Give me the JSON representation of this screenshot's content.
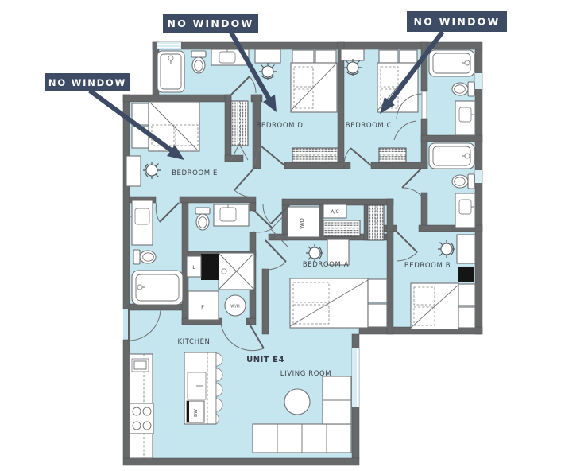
{
  "callouts": [
    {
      "label": "NO WINDOW",
      "target": "bedroom-d"
    },
    {
      "label": "NO WINDOW",
      "target": "bedroom-c"
    },
    {
      "label": "NO WINDOW",
      "target": "bedroom-e"
    }
  ],
  "rooms": {
    "bedroom_d": "BEDROOM D",
    "bedroom_c": "BEDROOM C",
    "bedroom_e": "BEDROOM E",
    "bedroom_a": "BEDROOM A",
    "bedroom_b": "BEDROOM B",
    "kitchen": "KITCHEN",
    "living_room": "LIVING ROOM"
  },
  "unit_label": "UNIT E4",
  "appliances": {
    "washer_dryer": "W/D",
    "ac": "A/C",
    "linen": "L",
    "fridge": "F",
    "water_heater": "W/H",
    "dishwasher": "DW"
  },
  "colors": {
    "floor": "#c5e5ef",
    "wall": "#66686a",
    "callout_bg": "#3d4b64",
    "callout_text": "#ffffff",
    "fixture_outline": "#6f7173",
    "label_text": "#3f4347",
    "shaft": "#151515"
  }
}
